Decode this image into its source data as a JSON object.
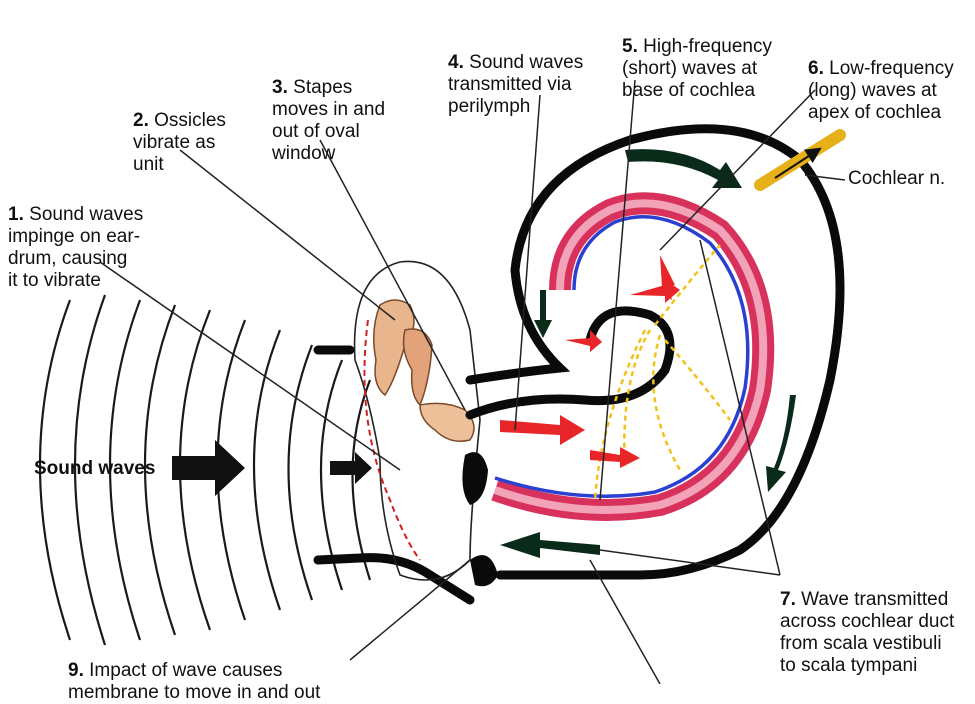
{
  "steps": [
    {
      "num": "1.",
      "text": "Sound waves\nimpinge on ear-\ndrum, causing\nit to vibrate"
    },
    {
      "num": "2.",
      "text": "Ossicles\nvibrate as\nunit"
    },
    {
      "num": "3.",
      "text": "Stapes\nmoves in and\nout of oval\nwindow"
    },
    {
      "num": "4.",
      "text": "Sound waves\ntransmitted via\nperilymph"
    },
    {
      "num": "5.",
      "text": "High-frequency\n(short) waves at\nbase of cochlea"
    },
    {
      "num": "6.",
      "text": "Low-frequency\n(long) waves at\napex of cochlea"
    },
    {
      "num": "7.",
      "text": "Wave transmitted\nacross cochlear duct\nfrom scala vestibuli\nto scala tympani"
    },
    {
      "num": "9.",
      "text": "Impact of wave causes\nmembrane to move in and out"
    }
  ],
  "labels": {
    "sound_waves": "Sound waves",
    "cochlear_nerve": "Cochlear n."
  },
  "colors": {
    "wave_arrows": "#e8262a",
    "flow_arrows": "#0a2a1a",
    "basilar_red": "#d8315c",
    "basilar_pink": "#f2a3b8",
    "blue_membrane": "#2b3fd0",
    "nerve_fibers": "#f2c21a",
    "ossicles": "#e9b58c",
    "outline": "#0a0a0a"
  }
}
